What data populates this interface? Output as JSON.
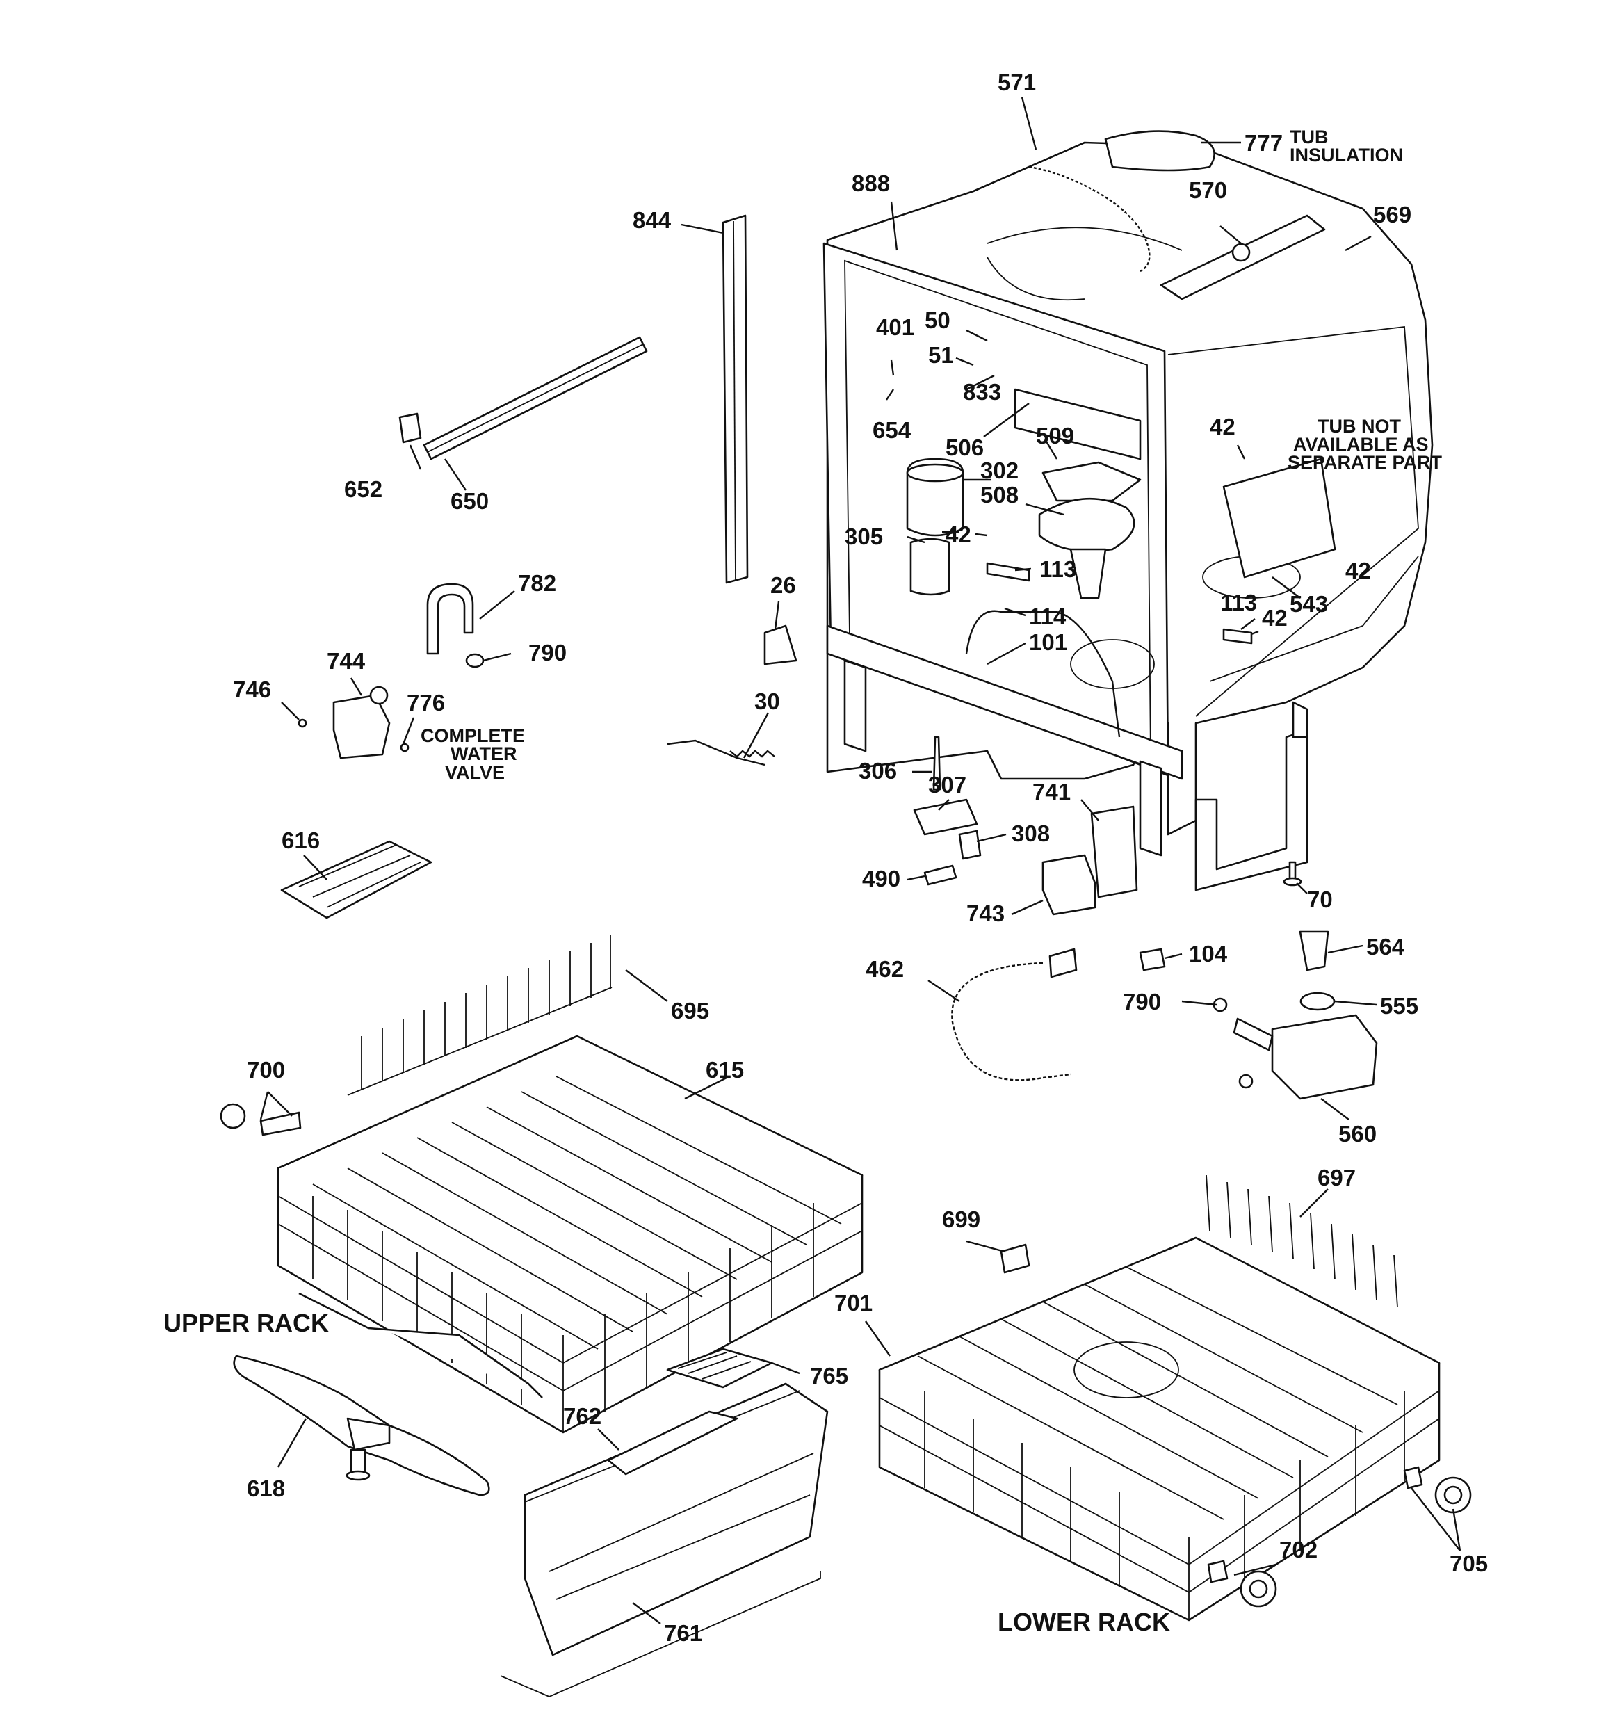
{
  "notes": {
    "tub_insulation_line1": "TUB",
    "tub_insulation_line2": "INSULATION",
    "tub_note_line1": "TUB NOT",
    "tub_note_line2": "AVAILABLE AS",
    "tub_note_line3": "SEPARATE PART",
    "valve_line1": "COMPLETE",
    "valve_line2": "WATER",
    "valve_line3": "VALVE"
  },
  "section_titles": {
    "upper_rack": "UPPER RACK",
    "lower_rack": "LOWER RACK"
  },
  "callouts": {
    "c571": "571",
    "c777": "777",
    "c888": "888",
    "c570": "570",
    "c569": "569",
    "c844": "844",
    "c401": "401",
    "c50": "50",
    "c51": "51",
    "c833": "833",
    "c654": "654",
    "c506": "506",
    "c509": "509",
    "c302": "302",
    "c508": "508",
    "c42a": "42",
    "c42b": "42",
    "c42c": "42",
    "c42d": "42",
    "c652": "652",
    "c650": "650",
    "c305": "305",
    "c113a": "113",
    "c113b": "113",
    "c114": "114",
    "c101": "101",
    "c543": "543",
    "c782": "782",
    "c26": "26",
    "c790a": "790",
    "c744": "744",
    "c746": "746",
    "c776": "776",
    "c30": "30",
    "c306": "306",
    "c307": "307",
    "c741": "741",
    "c308": "308",
    "c490": "490",
    "c743": "743",
    "c70": "70",
    "c616": "616",
    "c462": "462",
    "c104": "104",
    "c564": "564",
    "c790b": "790",
    "c555": "555",
    "c695": "695",
    "c700": "700",
    "c615": "615",
    "c560": "560",
    "c697": "697",
    "c699": "699",
    "c701": "701",
    "c765": "765",
    "c762": "762",
    "c618": "618",
    "c702": "702",
    "c705": "705",
    "c761": "761"
  }
}
